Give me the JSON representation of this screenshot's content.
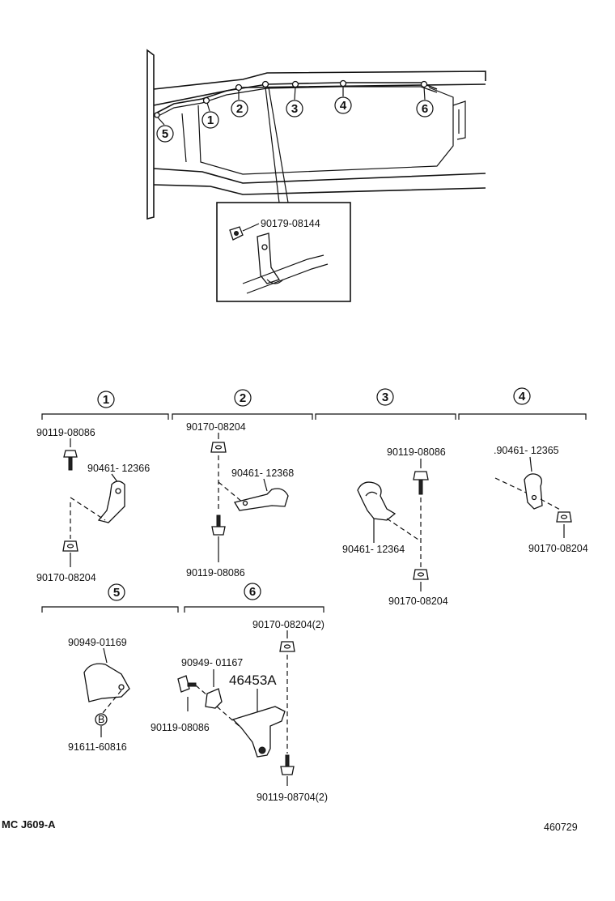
{
  "overview": {
    "callouts": [
      "5",
      "1",
      "2",
      "3",
      "4",
      "6"
    ],
    "detail_part": "90179-08144"
  },
  "groups": [
    {
      "num": "1",
      "parts": [
        "90119-08086",
        "90461- 12366",
        "90170-08204"
      ]
    },
    {
      "num": "2",
      "parts": [
        "90170-08204",
        "90461- 12368",
        "90119-08086"
      ]
    },
    {
      "num": "3",
      "parts": [
        "90119-08086",
        "90461- 12364",
        "90170-08204"
      ]
    },
    {
      "num": "4",
      "parts": [
        ".90461- 12365",
        "90170-08204"
      ]
    },
    {
      "num": "5",
      "parts": [
        "90949-01169",
        "91611-60816"
      ]
    },
    {
      "num": "6",
      "parts": [
        "90170-08204(2)",
        "90949- 01167",
        "46453A",
        "90119-08086",
        "90119-08704(2)"
      ]
    }
  ],
  "footer": {
    "code_left": "MC J609-A",
    "code_right": "460729"
  }
}
